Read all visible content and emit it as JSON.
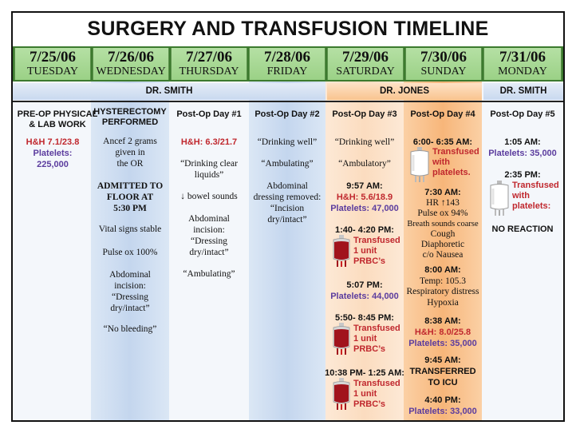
{
  "title": "SURGERY AND TRANSFUSION TIMELINE",
  "colors": {
    "date_bar": "#9bd186",
    "blue_column": "#c4d6ee",
    "orange_column": "#f7b67a",
    "light_orange": "#fbdcbf",
    "red_text": "#c0282e",
    "purple_text": "#5b3c9e"
  },
  "dates": [
    {
      "date": "7/25/06",
      "weekday": "TUESDAY"
    },
    {
      "date": "7/26/06",
      "weekday": "WEDNESDAY"
    },
    {
      "date": "7/27/06",
      "weekday": "THURSDAY"
    },
    {
      "date": "7/28/06",
      "weekday": "FRIDAY"
    },
    {
      "date": "7/29/06",
      "weekday": "SATURDAY"
    },
    {
      "date": "7/30/06",
      "weekday": "SUNDAY"
    },
    {
      "date": "7/31/06",
      "weekday": "MONDAY"
    }
  ],
  "doctors": [
    "DR. SMITH",
    "DR. JONES",
    "DR. SMITH"
  ],
  "c1": {
    "header_1": "PRE-OP PHYSICAL",
    "header_2": "& LAB WORK",
    "hh": "H&H  7.1/23.8",
    "plt_label": "Platelets:",
    "plt_value": "225,000"
  },
  "c2": {
    "header_1": "HYSTERECTOMY",
    "header_2": "PERFORMED",
    "ancef_1": "Ancef 2 grams",
    "ancef_2": "given in",
    "ancef_3": "the  OR",
    "adm_1": "ADMITTED TO",
    "adm_2": "FLOOR AT",
    "adm_3": "5:30 PM",
    "vital": "Vital signs stable",
    "pulse": "Pulse ox 100%",
    "abd_1": "Abdominal",
    "abd_2": "incision:",
    "abd_3": "“Dressing",
    "abd_4": "dry/intact”",
    "bleed": "“No bleeding”"
  },
  "c3": {
    "header": "Post-Op Day #1",
    "hh": "H&H:  6.3/21.7",
    "liq_1": "“Drinking clear",
    "liq_2": "liquids”",
    "bowel": "↓ bowel sounds",
    "abd_1": "Abdominal",
    "abd_2": "incision:",
    "abd_3": "“Dressing",
    "abd_4": "dry/intact”",
    "amb": "“Ambulating”"
  },
  "c4": {
    "header": "Post-Op Day #2",
    "drink": "“Drinking well”",
    "amb": "“Ambulating”",
    "abd_1": "Abdominal",
    "abd_2": "dressing removed:",
    "abd_3": "“Incision",
    "abd_4": "dry/intact”"
  },
  "c5": {
    "header": "Post-Op Day #3",
    "drink": "“Drinking well”",
    "amb": "“Ambulatory”",
    "t1": "9:57 AM:",
    "hh": "H&H: 5.6/18.9",
    "plt1": "Platelets:  47,000",
    "t2": "1:40- 4:20 PM:",
    "tx1_1": "Transfused",
    "tx1_2": "1 unit",
    "tx1_3": "PRBC’s",
    "t3": "5:07 PM:",
    "plt2": "Platelets:  44,000",
    "t4": "5:50- 8:45 PM:",
    "tx2_1": "Transfused",
    "tx2_2": "1 unit",
    "tx2_3": "PRBC’s",
    "t5": "10:38 PM- 1:25 AM:",
    "tx3_1": "Transfused",
    "tx3_2": "1 unit",
    "tx3_3": "PRBC’s"
  },
  "c6": {
    "header": "Post-Op Day #4",
    "t1": "6:00- 6:35 AM:",
    "tx_1": "Transfused",
    "tx_2": "with",
    "tx_3": "platelets.",
    "t2": "7:30 AM:",
    "hr": "HR  ↑143",
    "pulse": "Pulse ox 94%",
    "breath": "Breath sounds coarse",
    "cough": "Cough",
    "diaph": "Diaphoretic",
    "nausea": "c/o Nausea",
    "t3": "8:00 AM:",
    "temp": "Temp: 105.3",
    "resp": "Respiratory distress",
    "hypoxia": "Hypoxia",
    "t4": "8:38 AM:",
    "hh": "H&H:  8.0/25.8",
    "plt1": "Platelets:  35,000",
    "t5": "9:45 AM:",
    "icu_1": "TRANSFERRED",
    "icu_2": "TO ICU",
    "t6": "4:40 PM:",
    "plt2": "Platelets:  33,000"
  },
  "c7": {
    "header": "Post-Op Day #5",
    "t1": "1:05 AM:",
    "plt": "Platelets:  35,000",
    "t2": "2:35 PM:",
    "tx_1": "Transfused",
    "tx_2": "with",
    "tx_3": "platelets:",
    "noreact": "NO REACTION"
  }
}
